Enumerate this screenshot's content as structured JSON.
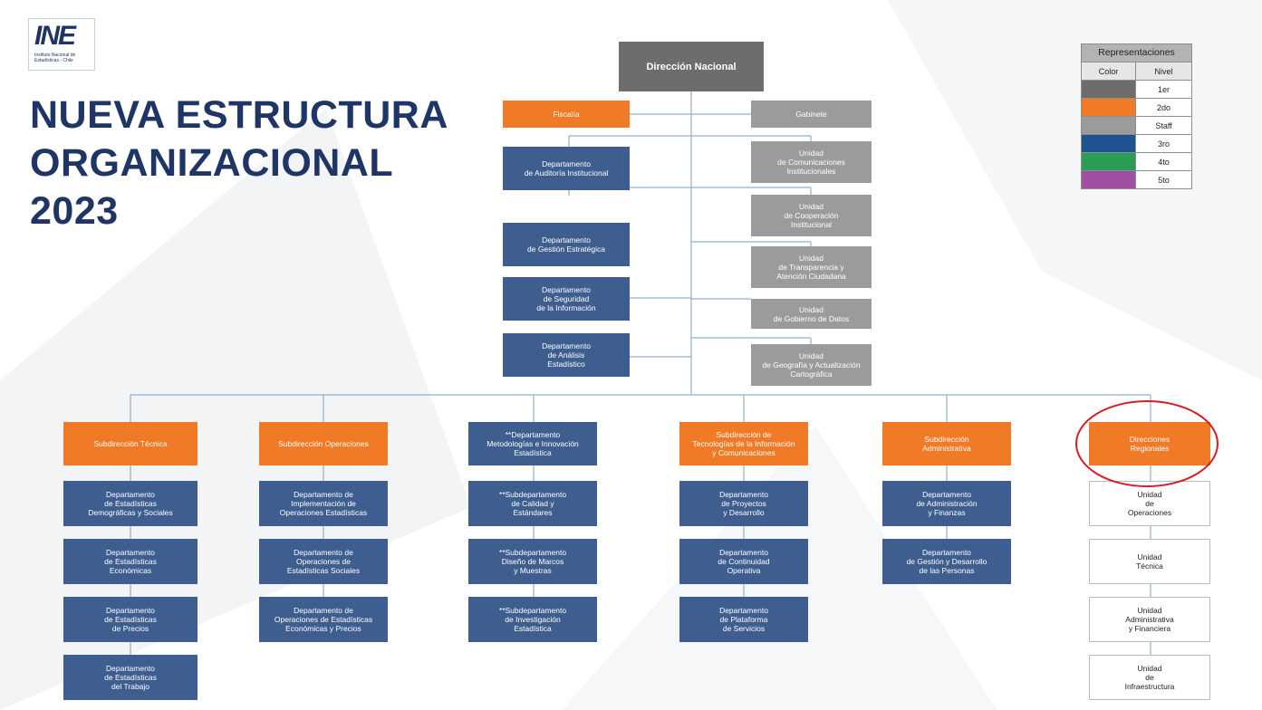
{
  "logo": {
    "mark": "INE",
    "subtitle": "Instituto Nacional de Estadísticas - Chile"
  },
  "title": {
    "line1": "NUEVA ESTRUCTURA",
    "line2": "ORGANIZACIONAL",
    "line3": "2023"
  },
  "top": {
    "direccion": "Dirección Nacional"
  },
  "staff_left": {
    "fiscalia": "Fiscalía",
    "auditoria": "Departamento\nde Auditoría Institucional",
    "gestion_estrategica": "Departamento\nde Gestión Estratégica",
    "seguridad": "Departamento\nde Seguridad\nde la Información",
    "analisis": "Departamento\nde Análisis\nEstadístico"
  },
  "staff_right": {
    "gabinete": "Gabinete",
    "comunicaciones": "Unidad\nde Comunicaciones\nInstitucionales",
    "cooperacion": "Unidad\nde Cooperación\nInstitucional",
    "transparencia": "Unidad\nde Transparencia y\nAtención Ciudadana",
    "gobierno_datos": "Unidad\nde Gobierno de Datos",
    "geografia": "Unidad\nde Geografía y Actualización\nCartográfica"
  },
  "columns": [
    {
      "head": "Subdirección Técnica",
      "items": [
        "Departamento\nde Estadísticas\nDemográficas y Sociales",
        "Departamento\nde Estadísticas\nEconómicas",
        "Departamento\nde Estadísticas\nde Precios",
        "Departamento\nde Estadísticas\ndel Trabajo"
      ]
    },
    {
      "head": "Subdirección  Operaciones",
      "items": [
        "Departamento  de\nImplementación de\nOperaciones Estadísticas",
        "Departamento  de\nOperaciones de\nEstadísticas Sociales",
        "Departamento  de\nOperaciones de Estadísticas\nEconómicas y Precios"
      ]
    },
    {
      "head": "**Departamento\nMetodologías e Innovación\nEstadística",
      "items": [
        "**Subdepartamento\nde Calidad y\nEstándares",
        "**Subdepartamento\nDiseño de Marcos\ny Muestras",
        "**Subdepartamento\nde Investigación\nEstadística"
      ]
    },
    {
      "head": "Subdirección de\nTecnologías de la Información\ny Comunicaciones",
      "items": [
        "Departamento\nde Proyectos\ny Desarrollo",
        "Departamento\nde Continuidad\nOperativa",
        "Departamento\nde Plataforma\nde Servicios"
      ]
    },
    {
      "head": "Subdirección\nAdministrativa",
      "items": [
        "Departamento\nde Administración\ny Finanzas",
        "Departamento\nde Gestión y Desarrollo\nde las Personas"
      ]
    },
    {
      "head": "Direcciones\nRegionales",
      "items": [
        "Unidad\nde\nOperaciones",
        "Unidad\nTécnica",
        "Unidad\nAdministrativa\ny Financiera",
        "Unidad\nde\nInfraestructura"
      ]
    }
  ],
  "legend": {
    "title": "Representaciones",
    "col_color": "Color",
    "col_nivel": "Nivel",
    "rows": [
      {
        "color": "#6d6d6d",
        "nivel": "1er"
      },
      {
        "color": "#f07a26",
        "nivel": "2do"
      },
      {
        "color": "#9b9b9b",
        "nivel": "Staff"
      },
      {
        "color": "#1d5390",
        "nivel": "3ro"
      },
      {
        "color": "#2a9d54",
        "nivel": "4to"
      },
      {
        "color": "#a24ea3",
        "nivel": "5to"
      }
    ]
  },
  "colors": {
    "title": "#1e3566",
    "highlight": "#d41f26",
    "connector": "#8fb0cf"
  }
}
